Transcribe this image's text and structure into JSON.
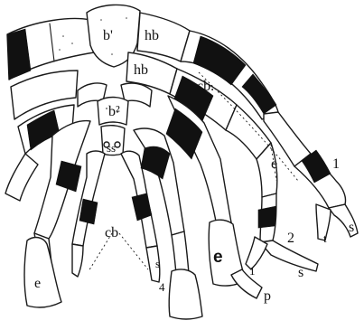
{
  "figure": {
    "colors": {
      "ink": "#111111",
      "paper": "#ffffff"
    },
    "labels": {
      "b1": "b'",
      "hb_top": "hb",
      "hb_mid": "hb",
      "cb_right": "cb.",
      "b2": "b²",
      "ss": "ss",
      "cb_bottom": "cb",
      "e_right": "e",
      "e_bold": "e",
      "e_left": "e",
      "n1_right": "1",
      "s_right": "s",
      "t_right": "t",
      "n2": "2",
      "s_mid": "s",
      "n1_low": "1",
      "p": "p",
      "n4": "4",
      "s_left": "s"
    }
  }
}
